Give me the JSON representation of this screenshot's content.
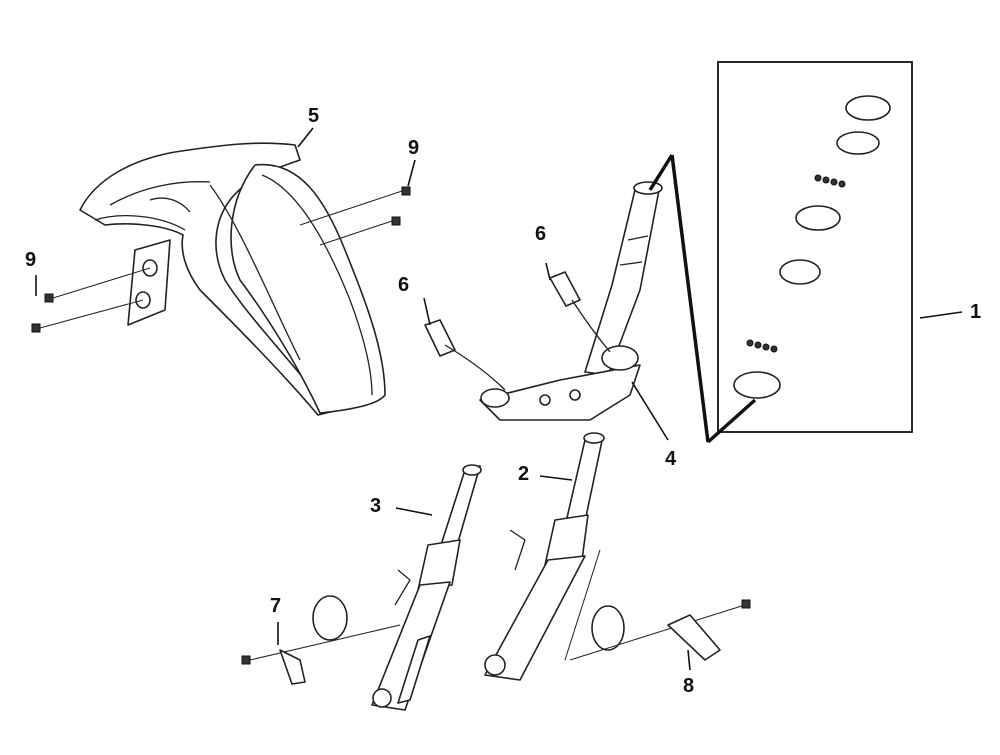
{
  "callouts": {
    "c1": "1",
    "c2": "2",
    "c3": "3",
    "c4": "4",
    "c5": "5",
    "c6a": "6",
    "c6b": "6",
    "c7": "7",
    "c8": "8",
    "c9a": "9",
    "c9b": "9"
  },
  "colors": {
    "ink": "#222222",
    "background": "#ffffff"
  }
}
